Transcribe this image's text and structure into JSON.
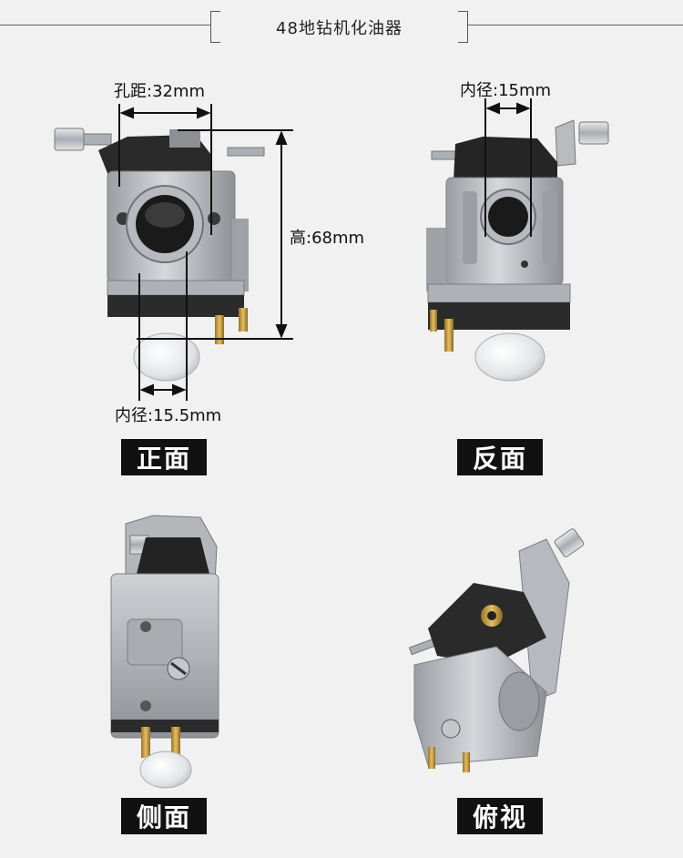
{
  "header": {
    "title": "48地钻机化油器"
  },
  "dimensions": {
    "hole_distance": "孔距:32mm",
    "height": "高:68mm",
    "inner_diameter_front": "内径:15.5mm",
    "inner_diameter_back": "内径:15mm"
  },
  "views": {
    "front": "正面",
    "back": "反面",
    "side": "侧面",
    "top": "俯视"
  },
  "colors": {
    "background": "#f1f1f1",
    "metal": "#b8bcc0",
    "plastic": "#1e1e1e",
    "brass": "#c9a043",
    "label_bg": "#111111"
  }
}
